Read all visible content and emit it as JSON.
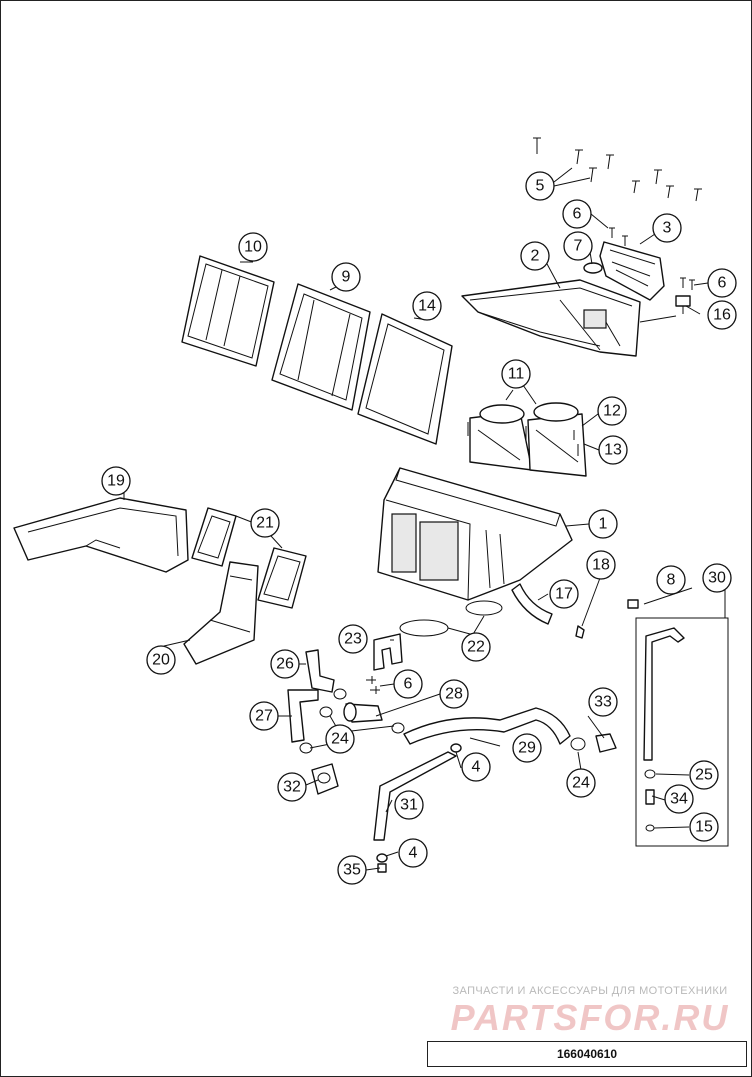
{
  "diagram": {
    "type": "exploded-parts-view",
    "callouts": [
      {
        "id": "c1",
        "label": "1"
      },
      {
        "id": "c2",
        "label": "2"
      },
      {
        "id": "c3",
        "label": "3"
      },
      {
        "id": "c4a",
        "label": "4"
      },
      {
        "id": "c4b",
        "label": "4"
      },
      {
        "id": "c5",
        "label": "5"
      },
      {
        "id": "c6a",
        "label": "6"
      },
      {
        "id": "c6b",
        "label": "6"
      },
      {
        "id": "c6c",
        "label": "6"
      },
      {
        "id": "c7",
        "label": "7"
      },
      {
        "id": "c8",
        "label": "8"
      },
      {
        "id": "c9",
        "label": "9"
      },
      {
        "id": "c10",
        "label": "10"
      },
      {
        "id": "c11",
        "label": "11"
      },
      {
        "id": "c12",
        "label": "12"
      },
      {
        "id": "c13",
        "label": "13"
      },
      {
        "id": "c14",
        "label": "14"
      },
      {
        "id": "c15",
        "label": "15"
      },
      {
        "id": "c16",
        "label": "16"
      },
      {
        "id": "c17",
        "label": "17"
      },
      {
        "id": "c18",
        "label": "18"
      },
      {
        "id": "c19",
        "label": "19"
      },
      {
        "id": "c20",
        "label": "20"
      },
      {
        "id": "c21",
        "label": "21"
      },
      {
        "id": "c22",
        "label": "22"
      },
      {
        "id": "c23",
        "label": "23"
      },
      {
        "id": "c24a",
        "label": "24"
      },
      {
        "id": "c24b",
        "label": "24"
      },
      {
        "id": "c25",
        "label": "25"
      },
      {
        "id": "c26",
        "label": "26"
      },
      {
        "id": "c27",
        "label": "27"
      },
      {
        "id": "c28",
        "label": "28"
      },
      {
        "id": "c29",
        "label": "29"
      },
      {
        "id": "c30",
        "label": "30"
      },
      {
        "id": "c31",
        "label": "31"
      },
      {
        "id": "c32",
        "label": "32"
      },
      {
        "id": "c33",
        "label": "33"
      },
      {
        "id": "c34",
        "label": "34"
      },
      {
        "id": "c35",
        "label": "35"
      }
    ]
  },
  "watermark": {
    "tagline": "ЗАПЧАСТИ И АКСЕССУАРЫ ДЛЯ МОТОТЕХНИКИ",
    "logo": "PARTSFOR.RU"
  },
  "reference_number": "166040610"
}
